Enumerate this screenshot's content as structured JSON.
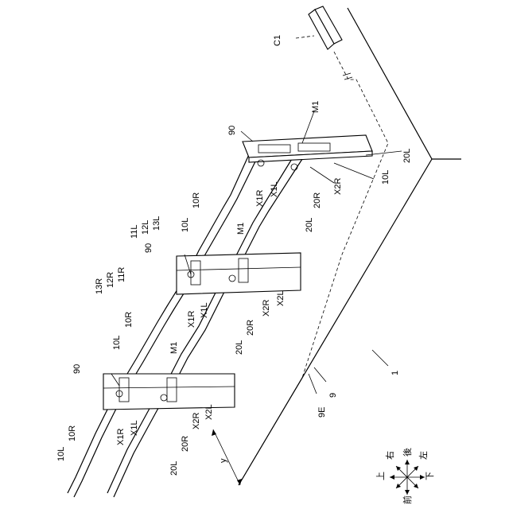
{
  "figure": {
    "labels": {
      "c1": "C1",
      "m1_top": "M1",
      "m1_mid": "M1",
      "m1_low": "M1",
      "n90_top": "90",
      "n90_mid": "90",
      "n90_low": "90",
      "n20l_top": "20L",
      "n10l_top": "10L",
      "x2r_top": "X2R",
      "x1r_top": "X1R",
      "x1l_top": "X1L",
      "n10r_top": "10R",
      "n10l_mid": "10L",
      "n20r_top": "20R",
      "n20l_mid": "20L",
      "n11l": "11L",
      "n12l": "12L",
      "n13l": "13L",
      "n13r": "13R",
      "n12r": "12R",
      "n11r": "11R",
      "x1r_mid": "X1R",
      "x1l_mid": "X1L",
      "x2r_mid": "X2R",
      "x2l_mid": "X2L",
      "n10r_mid": "10R",
      "n10l_low": "10L",
      "n20r_mid": "20R",
      "n20l_low": "20L",
      "x1r_low": "X1R",
      "x1l_low": "X1L",
      "x2r_low": "X2R",
      "x2l_low": "X2L",
      "n10l_bot": "10L",
      "n10r_bot": "10R",
      "n20r_bot": "20R",
      "n20l_bot": "20L",
      "n9e": "9E",
      "n9": "9",
      "n1": "1",
      "y": "y"
    },
    "direction": {
      "up": "上",
      "down": "下",
      "left": "左",
      "right": "右",
      "front": "前",
      "back": "後"
    }
  }
}
